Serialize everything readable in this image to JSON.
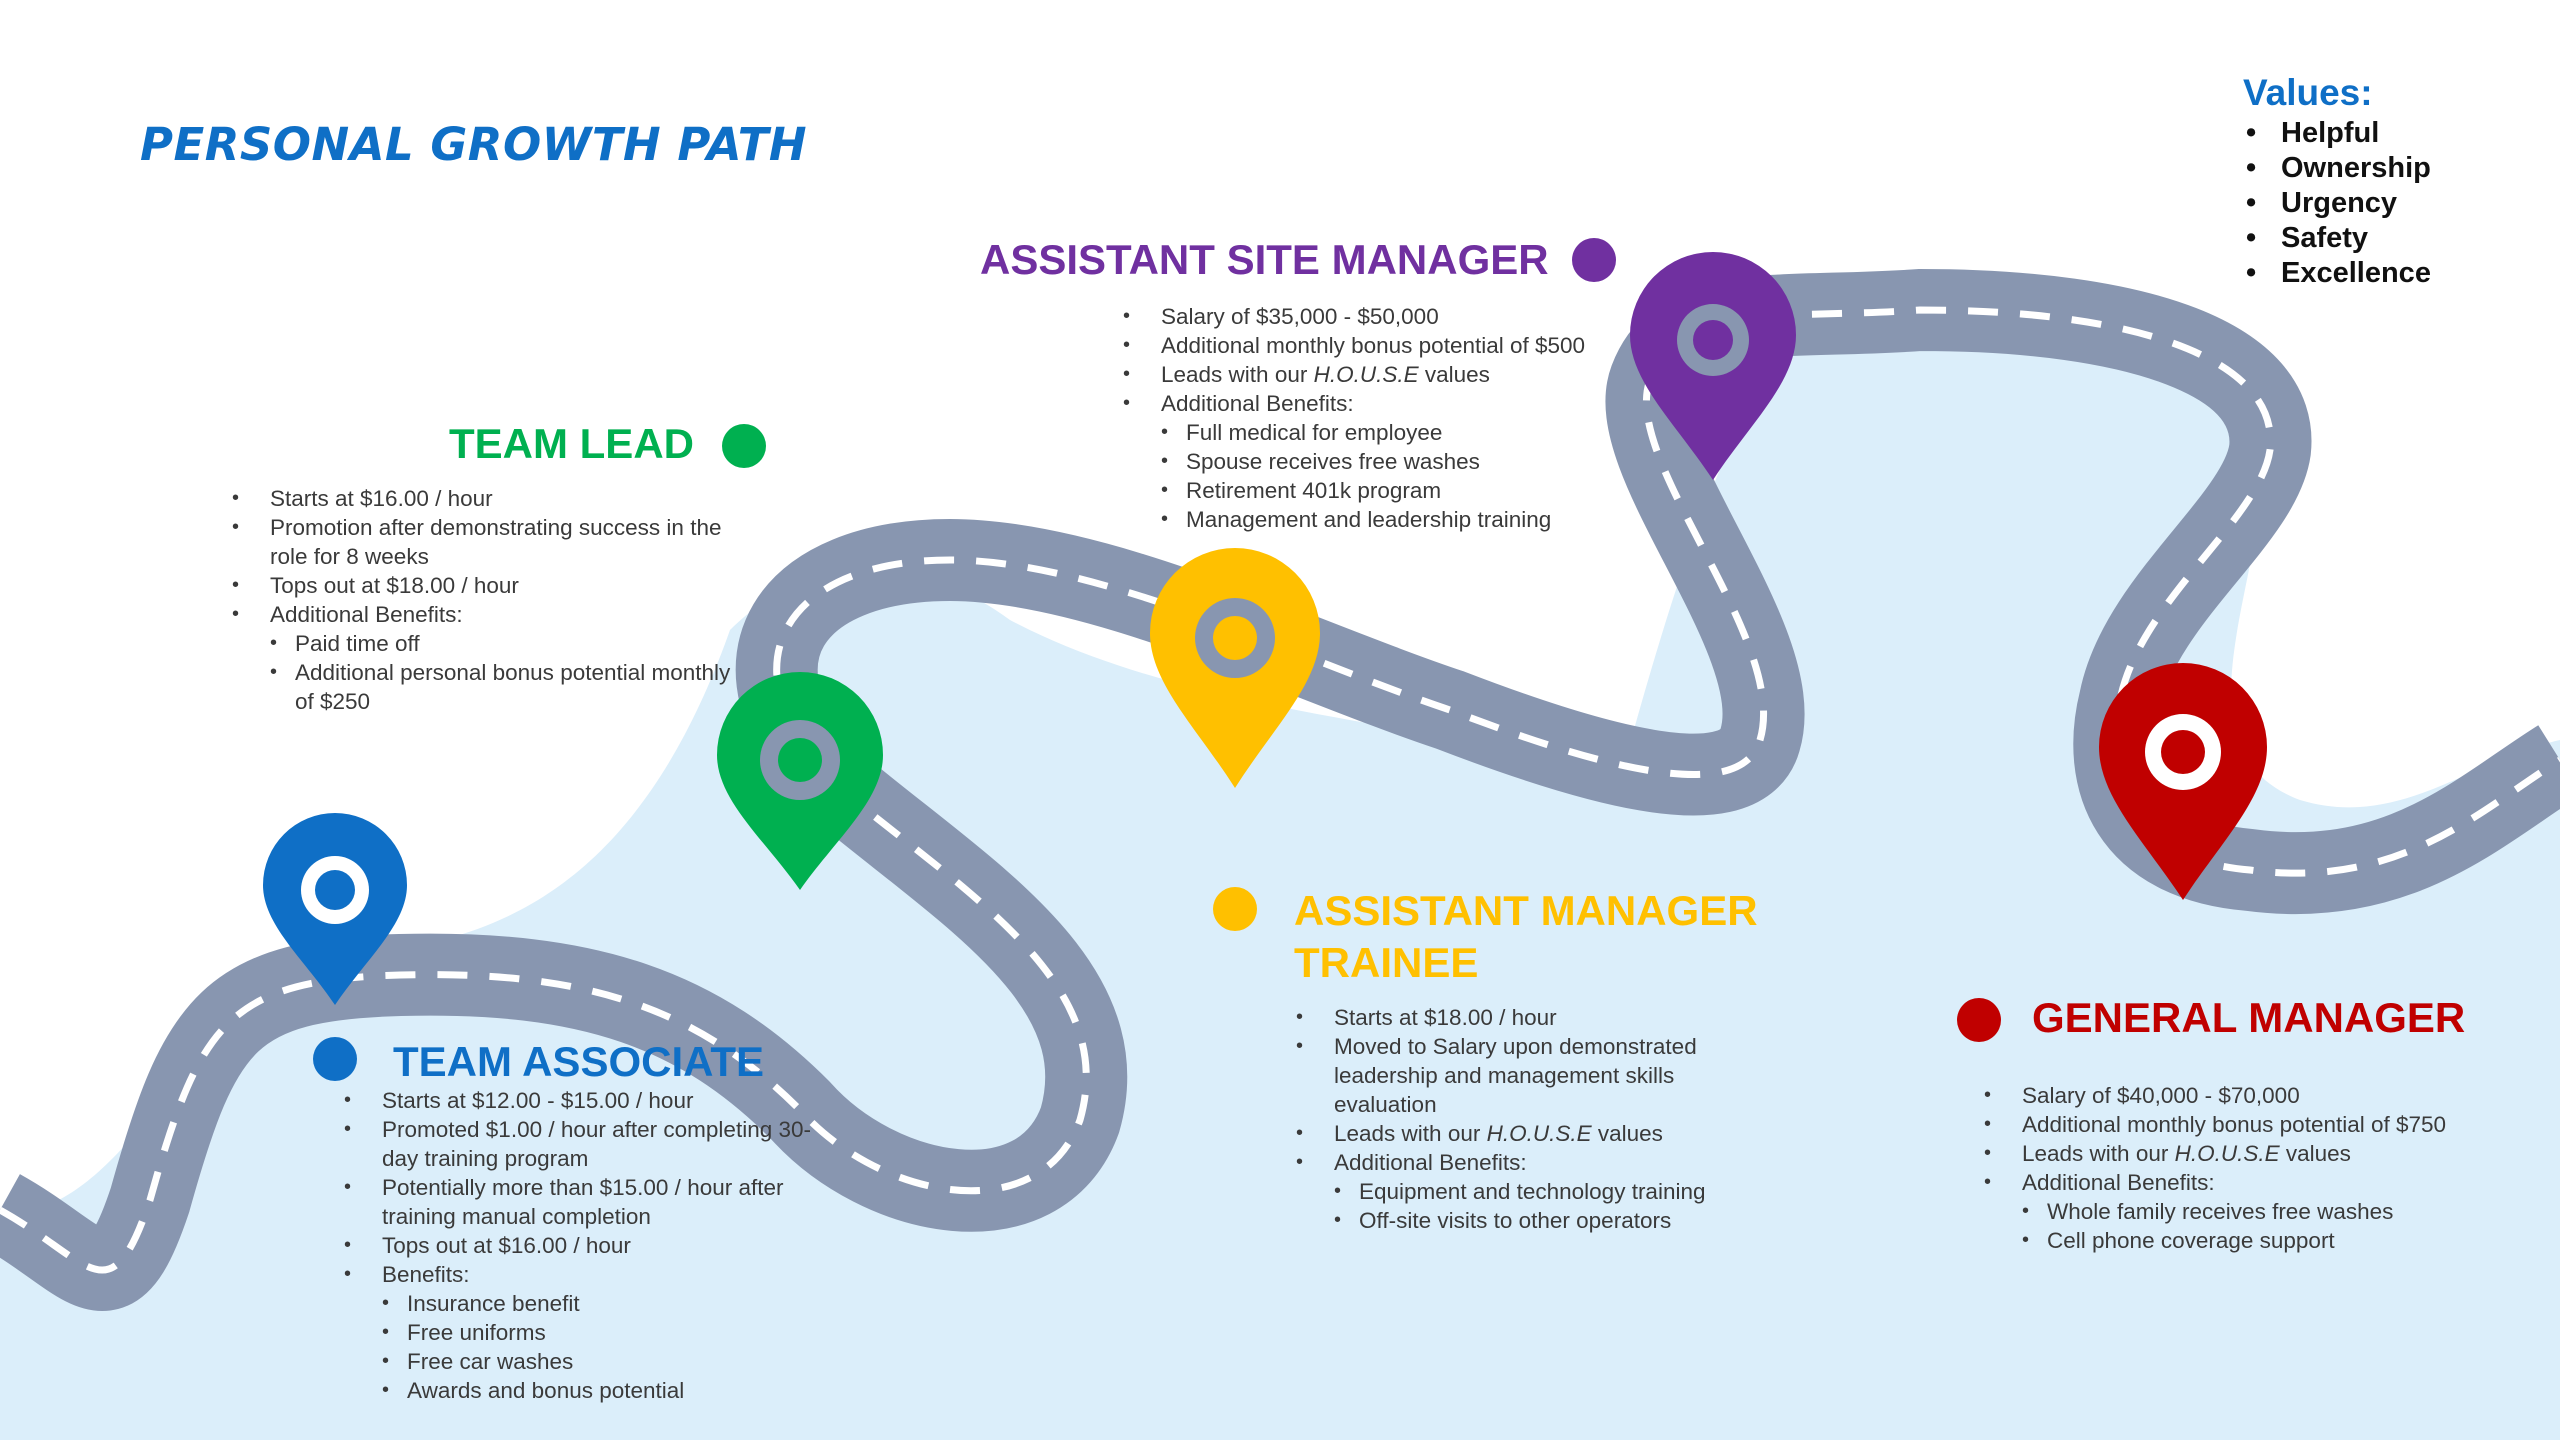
{
  "page_title": "PERSONAL GROWTH PATH",
  "values": {
    "title": "Values:",
    "items": [
      "Helpful",
      "Ownership",
      "Urgency",
      "Safety",
      "Excellence"
    ]
  },
  "colors": {
    "team_associate": "#0f6fc6",
    "team_lead": "#00b050",
    "assistant_manager_trainee": "#ffc000",
    "assistant_site_manager": "#7030a0",
    "general_manager": "#c00000",
    "road": "#8896b0",
    "background_fill": "#dbeefa"
  },
  "roles": {
    "team_associate": {
      "title": "TEAM ASSOCIATE",
      "bullets": [
        "Starts at $12.00 - $15.00 / hour",
        "Promoted $1.00 / hour after completing 30-day training program",
        "Potentially more than $15.00 / hour after training manual completion",
        "Tops out at $16.00 / hour",
        "Benefits:"
      ],
      "sub_bullets": [
        "Insurance benefit",
        "Free uniforms",
        "Free car washes",
        "Awards and bonus potential"
      ]
    },
    "team_lead": {
      "title": "TEAM LEAD",
      "bullets": [
        "Starts at $16.00 / hour",
        "Promotion after demonstrating success in the role for 8 weeks",
        "Tops out at $18.00 / hour",
        "Additional Benefits:"
      ],
      "sub_bullets": [
        "Paid time off",
        "Additional personal bonus potential monthly of $250"
      ]
    },
    "assistant_manager_trainee": {
      "title_line1": "ASSISTANT MANAGER",
      "title_line2": "TRAINEE",
      "bullets": [
        "Starts at $18.00 / hour",
        "Moved to Salary upon demonstrated leadership and management skills evaluation",
        "Leads with our H.O.U.S.E values",
        "Additional Benefits:"
      ],
      "sub_bullets": [
        "Equipment and technology training",
        "Off-site visits to other operators"
      ]
    },
    "assistant_site_manager": {
      "title": "ASSISTANT SITE MANAGER",
      "bullets": [
        "Salary of $35,000 - $50,000",
        "Additional monthly bonus potential of $500",
        "Leads with our H.O.U.S.E values",
        "Additional Benefits:"
      ],
      "sub_bullets": [
        "Full medical for employee",
        "Spouse receives free washes",
        "Retirement 401k program",
        "Management and leadership training"
      ]
    },
    "general_manager": {
      "title": "GENERAL MANAGER",
      "bullets": [
        "Salary of $40,000 - $70,000",
        "Additional monthly bonus potential of $750",
        "Leads with our H.O.U.S.E values",
        "Additional Benefits:"
      ],
      "sub_bullets": [
        "Whole family receives free washes",
        "Cell phone coverage support"
      ]
    }
  }
}
